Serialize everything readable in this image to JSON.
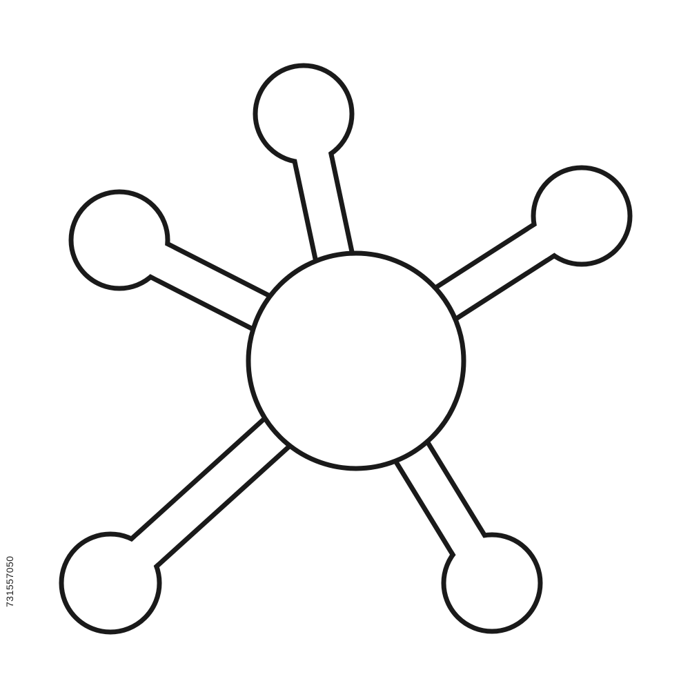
{
  "diagram": {
    "type": "hub-and-spoke network icon",
    "central_node_count": 1,
    "satellite_node_count": 5,
    "line_color": "#1a1a1a",
    "fill_color": "#ffffff",
    "background_color": "#ffffff"
  },
  "stock_image": {
    "id_text": "731557050"
  }
}
